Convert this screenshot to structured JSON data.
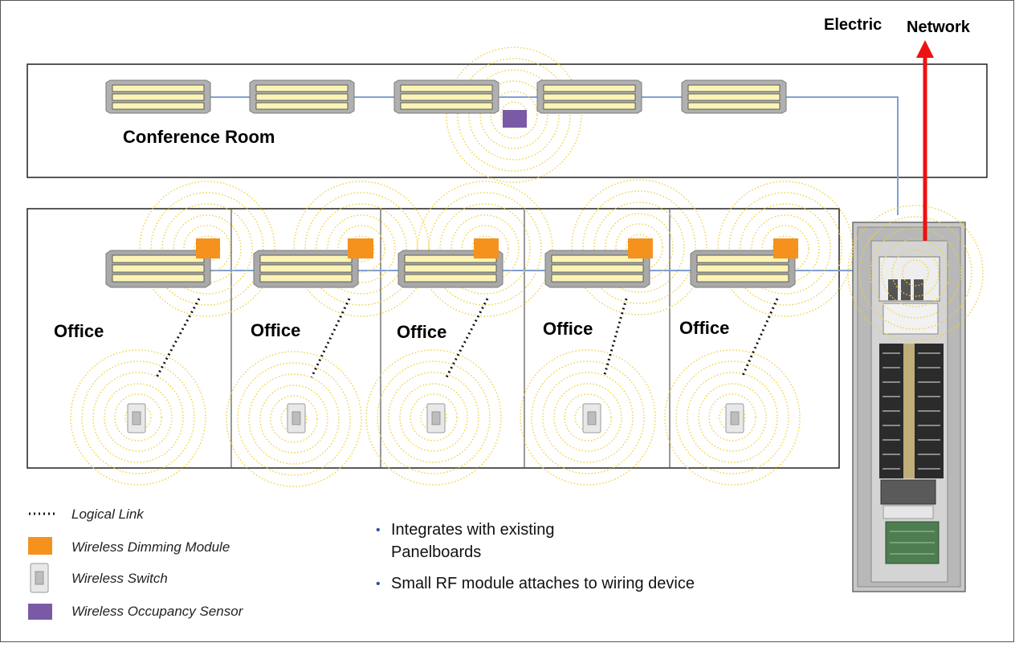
{
  "title": {
    "word1": "Electric",
    "word2": "Network"
  },
  "conference_room": {
    "label": "Conference Room"
  },
  "offices": [
    {
      "label": "Office"
    },
    {
      "label": "Office"
    },
    {
      "label": "Office"
    },
    {
      "label": "Office"
    },
    {
      "label": "Office"
    }
  ],
  "legend": {
    "items": [
      {
        "label": "Logical Link",
        "icon": "dotted-line-icon"
      },
      {
        "label": "Wireless Dimming Module",
        "icon": "orange-square-icon"
      },
      {
        "label": "Wireless Switch",
        "icon": "switch-icon"
      },
      {
        "label": "Wireless Occupancy Sensor",
        "icon": "purple-square-icon"
      }
    ]
  },
  "bullets": [
    {
      "line1": "Integrates with existing",
      "line2": "Panelboards"
    },
    {
      "line1": "Small RF module attaches to wiring device",
      "line2": ""
    }
  ],
  "colors": {
    "wire": "#7f9fd4",
    "arrow": "#ee1111",
    "dimming_module": "#f5921e",
    "occupancy_sensor": "#7a5aa6",
    "rf_rings": "#f0cf3c",
    "fixture_tube": "#fbf4b6",
    "fixture_housing": "#a8a8a8",
    "bullet": "#2f5597"
  }
}
